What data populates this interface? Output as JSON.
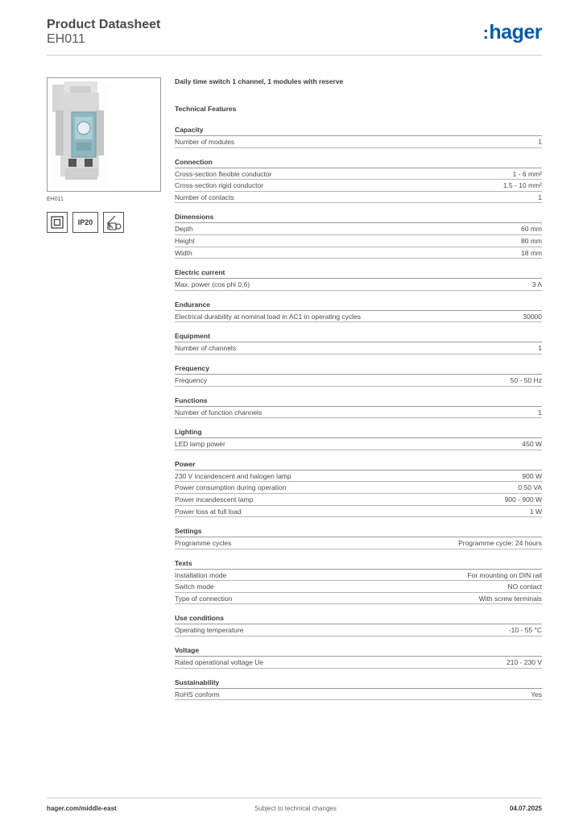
{
  "header": {
    "title": "Product Datasheet",
    "code": "EH011",
    "logo_text": "hager",
    "logo_dots": ":"
  },
  "product": {
    "caption": "EH011",
    "ip_label": "IP20"
  },
  "content": {
    "headline": "Daily time switch 1 channel, 1 modules with reserve",
    "features_title": "Technical Features",
    "sections": [
      {
        "title": "Capacity",
        "rows": [
          {
            "label": "Number of modules",
            "value": "1"
          }
        ]
      },
      {
        "title": "Connection",
        "rows": [
          {
            "label": "Cross-section flexible conductor",
            "value": "1 - 6 mm²"
          },
          {
            "label": "Cross-section rigid conductor",
            "value": "1.5 - 10 mm²"
          },
          {
            "label": "Number of contacts",
            "value": "1"
          }
        ]
      },
      {
        "title": "Dimensions",
        "rows": [
          {
            "label": "Depth",
            "value": "60 mm"
          },
          {
            "label": "Height",
            "value": "80 mm"
          },
          {
            "label": "Width",
            "value": "18 mm"
          }
        ]
      },
      {
        "title": "Electric current",
        "rows": [
          {
            "label": "Max. power (cos phi 0,6)",
            "value": "3 A"
          }
        ]
      },
      {
        "title": "Endurance",
        "rows": [
          {
            "label": "Electrical durability at nominal load in AC1 in operating cycles",
            "value": "30000"
          }
        ]
      },
      {
        "title": "Equipment",
        "rows": [
          {
            "label": "Number of channels",
            "value": "1"
          }
        ]
      },
      {
        "title": "Frequency",
        "rows": [
          {
            "label": "Frequency",
            "value": "50 - 50 Hz"
          }
        ]
      },
      {
        "title": "Functions",
        "rows": [
          {
            "label": "Number of function channels",
            "value": "1"
          }
        ]
      },
      {
        "title": "Lighting",
        "rows": [
          {
            "label": "LED lamp power",
            "value": "450 W"
          }
        ]
      },
      {
        "title": "Power",
        "rows": [
          {
            "label": "230 V incandescent and halogen lamp",
            "value": "900 W"
          },
          {
            "label": "Power consumption during operation",
            "value": "0.50 VA"
          },
          {
            "label": "Power incandescent lamp",
            "value": "900 - 900 W"
          },
          {
            "label": "Power loss at full load",
            "value": "1 W"
          }
        ]
      },
      {
        "title": "Settings",
        "rows": [
          {
            "label": "Programme cycles",
            "value": "Programme cycle: 24 hours"
          }
        ]
      },
      {
        "title": "Texts",
        "rows": [
          {
            "label": "Installation mode",
            "value": "For mounting on DIN rail"
          },
          {
            "label": "Switch mode",
            "value": "NO contact"
          },
          {
            "label": "Type of connection",
            "value": "With screw terminals"
          }
        ]
      },
      {
        "title": "Use conditions",
        "rows": [
          {
            "label": "Operating temperature",
            "value": "-10 - 55 °C"
          }
        ]
      },
      {
        "title": "Voltage",
        "rows": [
          {
            "label": "Rated operational voltage Ue",
            "value": "210 - 230 V"
          }
        ]
      },
      {
        "title": "Sustainability",
        "rows": [
          {
            "label": "RoHS conform",
            "value": "Yes"
          }
        ]
      }
    ]
  },
  "footer": {
    "website": "hager.com/middle-east",
    "notice": "Subject to technical changes",
    "date": "04.07.2025"
  },
  "colors": {
    "brand": "#0a5aa7",
    "rule": "#b5b5b5"
  }
}
